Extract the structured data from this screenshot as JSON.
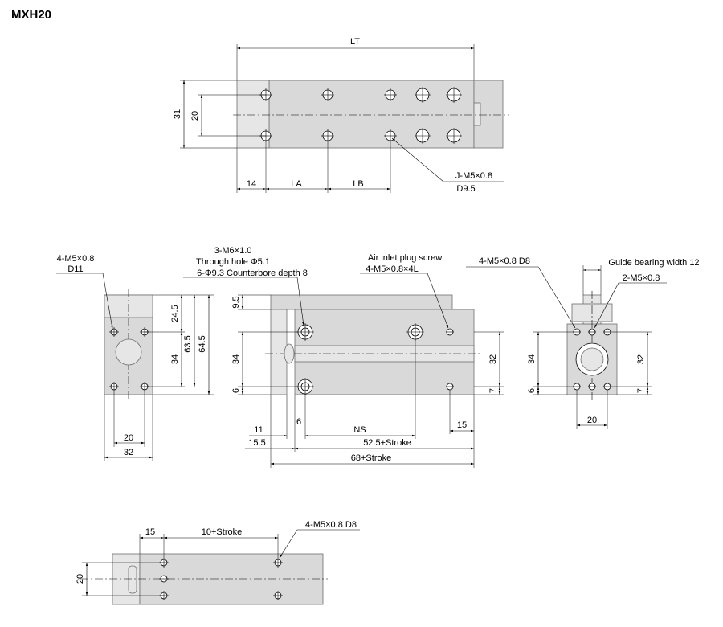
{
  "title": "MXH20",
  "views": {
    "top": {
      "lt": "LT",
      "d31": "31",
      "d20": "20",
      "d14": "14",
      "la": "LA",
      "lb": "LB",
      "note_line1": "J-M5×0.8",
      "note_line2": "D9.5"
    },
    "front_left": {
      "note_line1": "4-M5×0.8",
      "note_line2": "D11",
      "d24_5": "24.5",
      "d63_5": "63.5",
      "d64_5": "64.5",
      "d34": "34",
      "d20": "20",
      "d32": "32"
    },
    "side_main": {
      "note1_line1": "3-M6×1.0",
      "note1_line2": "Through hole Φ5.1",
      "note1_line3": "6-Φ9.3 Counterbore depth 8",
      "note2_line1": "Air inlet plug screw",
      "note2_line2": "4-M5×0.8×4L",
      "d9_5": "9.5",
      "d34": "34",
      "d6": "6",
      "d32": "32",
      "d7": "7",
      "d11": "11",
      "d6b": "6",
      "ns": "NS",
      "d15": "15",
      "d15_5": "15.5",
      "d52_5": "52.5+Stroke",
      "d68": "68+Stroke"
    },
    "end_right": {
      "note1": "4-M5×0.8 D8",
      "note2": "Guide bearing width 12",
      "note3": "2-M5×0.8",
      "d34": "34",
      "d6": "6",
      "d32": "32",
      "d7": "7",
      "d20": "20"
    },
    "bottom": {
      "d15": "15",
      "d10": "10+Stroke",
      "note": "4-M5×0.8 D8",
      "d20": "20"
    }
  }
}
